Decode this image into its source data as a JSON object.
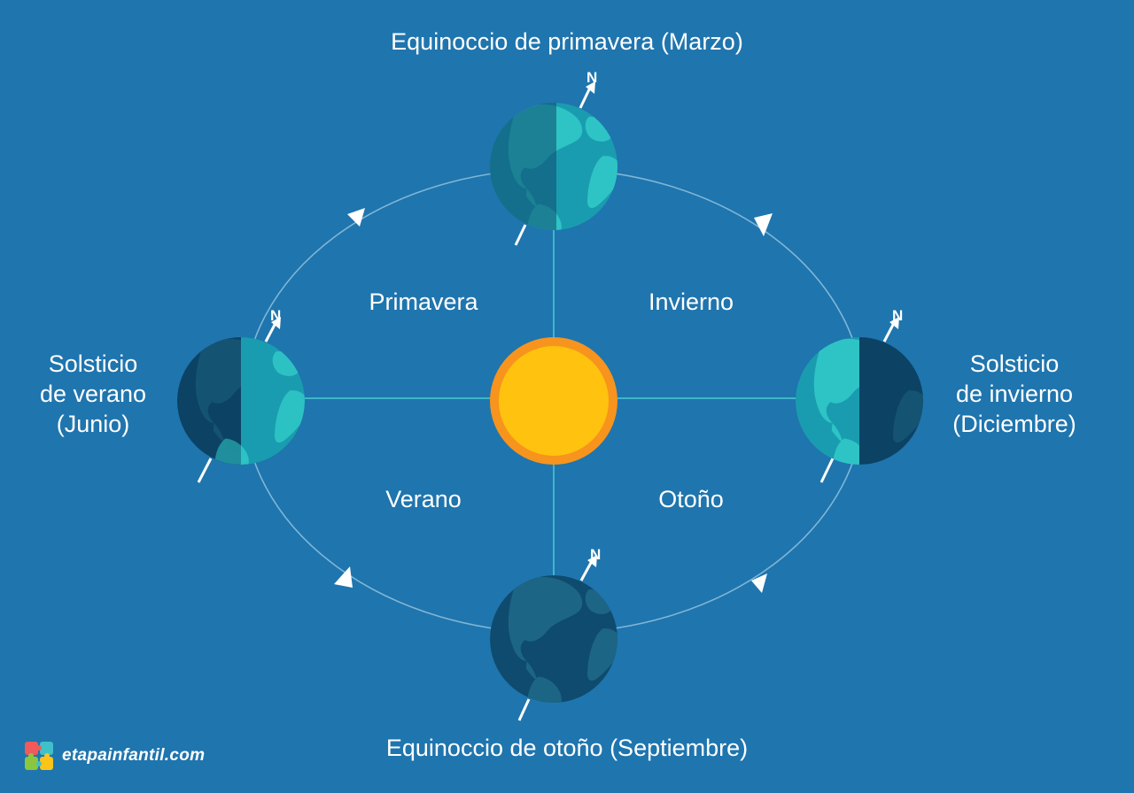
{
  "labels": {
    "march": "Equinoccio de primavera (Marzo)",
    "september": "Equinoccio de otoño (Septiembre)",
    "june": [
      "Solsticio",
      "de verano",
      "(Junio)"
    ],
    "december": [
      "Solsticio",
      "de invierno",
      "(Diciembre)"
    ]
  },
  "seasons": {
    "spring": "Primavera",
    "winter": "Invierno",
    "summer": "Verano",
    "autumn": "Otoño"
  },
  "north_marker": "N",
  "watermark": "etapainfantil.com",
  "colors": {
    "background": "#1f75ae",
    "orbit": "#7fb6d6",
    "axis_lines": "#3fb6c9",
    "sun_outer": "#f7941d",
    "sun_inner": "#ffc20e",
    "earth_ocean_light": "#1a9cb0",
    "earth_land_light": "#2ec4c6",
    "earth_ocean_dark": "#0e4b6e",
    "earth_land_dark": "#1d6585"
  }
}
